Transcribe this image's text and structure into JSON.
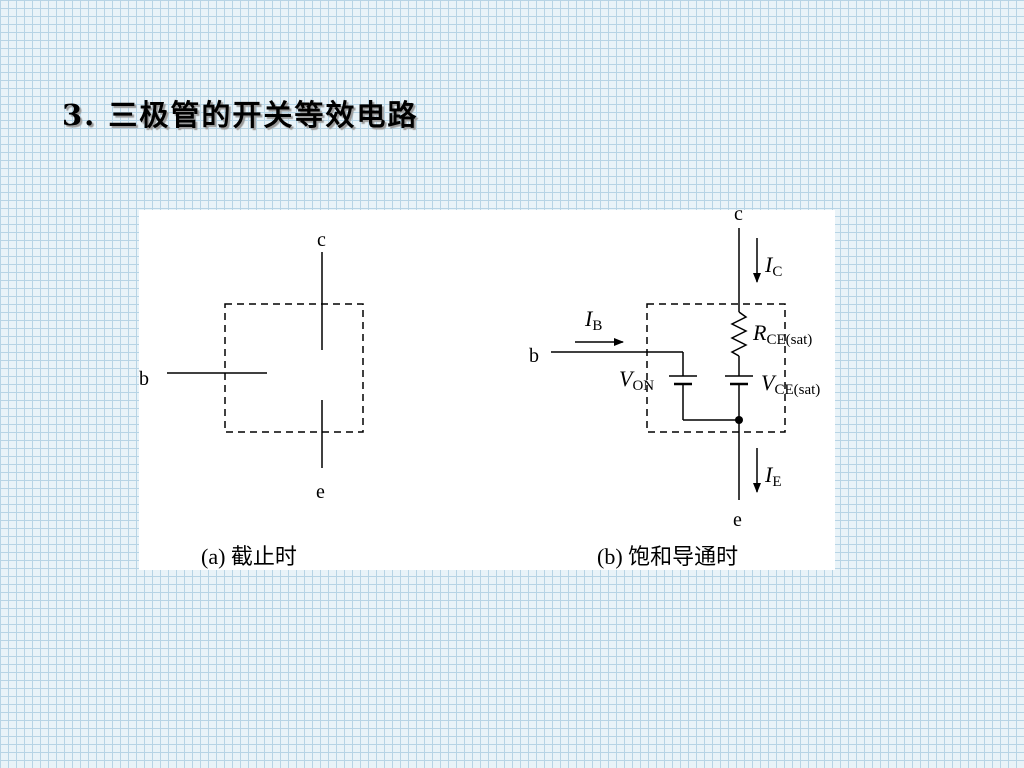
{
  "slide": {
    "title": "3. 三极管的开关等效电路"
  },
  "diagram_a": {
    "terminal_collector": "c",
    "terminal_base": "b",
    "terminal_emitter": "e",
    "caption": "(a) 截止时"
  },
  "diagram_b": {
    "terminal_collector": "c",
    "terminal_base": "b",
    "terminal_emitter": "e",
    "ic_symbol": "I",
    "ic_sub": "C",
    "ib_symbol": "I",
    "ib_sub": "B",
    "ie_symbol": "I",
    "ie_sub": "E",
    "rce_symbol": "R",
    "rce_sub": "CE(sat)",
    "von_symbol": "V",
    "von_sub": "ON",
    "vce_symbol": "V",
    "vce_sub": "CE(sat)",
    "caption": "(b) 饱和导通时"
  }
}
